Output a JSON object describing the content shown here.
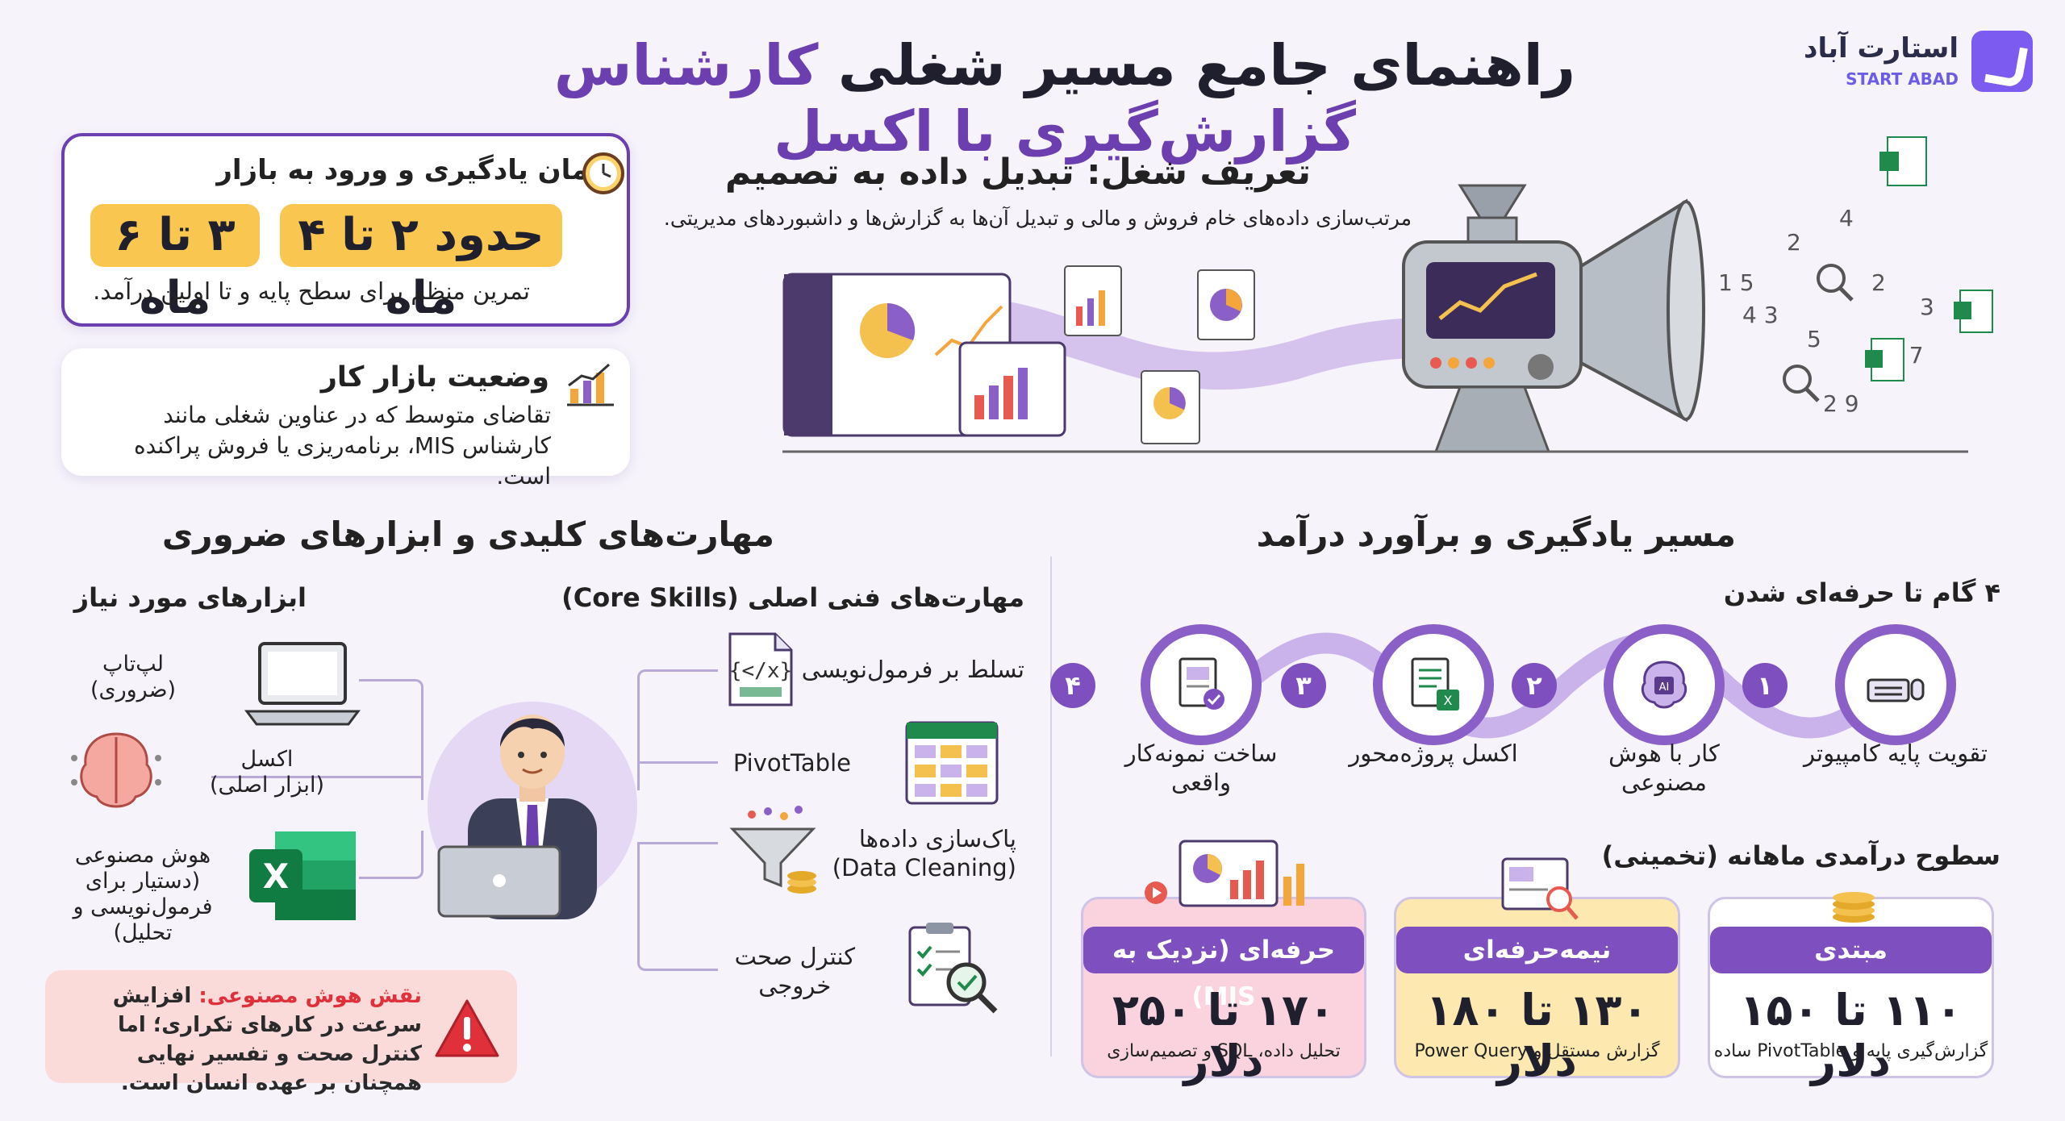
{
  "header": {
    "title_dark": "راهنمای جامع مسیر شغلی",
    "title_purple": "کارشناس گزارش‌گیری با اکسل",
    "logo_fa": "استارت آباد",
    "logo_en": "START ABAD",
    "accent": "#6c3fb0"
  },
  "time_card": {
    "title": "زمان یادگیری و ورود به بازار",
    "range_a": "حدود ۲ تا ۴ ماه",
    "range_b": "۳ تا ۶ ماه",
    "note": "تمرین منظم برای سطح پایه و تا اولین درآمد."
  },
  "market_card": {
    "title": "وضعیت بازار کار",
    "body": "تقاضای متوسط که در عناوین شغلی مانند کارشناس MIS، برنامه‌ریزی یا فروش پراکنده است."
  },
  "definition": {
    "title": "تعریف شغل: تبدیل داده به تصمیم",
    "body": "مرتب‌سازی داده‌های خام فروش و مالی و تبدیل آن‌ها به گزارش‌ها و داشبوردهای مدیریتی."
  },
  "learning": {
    "heading": "مسیر یادگیری و برآورد درآمد",
    "steps_heading": "۴ گام تا حرفه‌ای شدن",
    "steps": [
      {
        "num": "۱",
        "label": "تقویت پایه کامپیوتر",
        "icon": "keyboard-mouse-icon"
      },
      {
        "num": "۲",
        "label": "کار با هوش مصنوعی",
        "icon": "ai-brain-icon"
      },
      {
        "num": "۳",
        "label": "اکسل پروژه‌محور",
        "icon": "excel-checklist-icon"
      },
      {
        "num": "۴",
        "label": "ساخت نمونه‌کار واقعی",
        "icon": "portfolio-document-icon"
      }
    ],
    "income_heading": "سطوح درآمدی ماهانه (تخمینی)",
    "income": [
      {
        "level": "مبتدی",
        "value": "۱۱۰ تا ۱۵۰ دلار",
        "note": "گزارش‌گیری پایه و PivotTable ساده",
        "color": "#7d4fbf"
      },
      {
        "level": "نیمه‌حرفه‌ای",
        "value": "۱۳۰ تا ۱۸۰ دلار",
        "note": "گزارش مستقل و Power Query",
        "color": "#7d4fbf"
      },
      {
        "level": "حرفه‌ای (نزدیک به MIS)",
        "value": "۱۷۰ تا ۲۵۰ دلار",
        "note": "تحلیل داده، SQL و تصمیم‌سازی",
        "color": "#7d4fbf"
      }
    ]
  },
  "skills": {
    "heading": "مهارت‌های کلیدی و ابزارهای ضروری",
    "core_heading": "مهارت‌های فنی اصلی (Core Skills)",
    "core": [
      {
        "label": "تسلط بر فرمول‌نویسی",
        "icon": "formula-file-icon"
      },
      {
        "label": "PivotTable",
        "icon": "pivot-table-icon"
      },
      {
        "label": "پاک‌سازی داده‌ها (Data Cleaning)",
        "line1": "پاک‌سازی داده‌ها",
        "line2": "(Data Cleaning)",
        "icon": "data-funnel-icon"
      },
      {
        "label": "کنترل صحت خروجی",
        "line1": "کنترل صحت",
        "line2": "خروجی",
        "icon": "checklist-magnifier-icon"
      }
    ],
    "tools_heading": "ابزارهای مورد نیاز",
    "tools": [
      {
        "line1": "لپ‌تاپ",
        "line2": "(ضروری)",
        "icon": "laptop-icon"
      },
      {
        "line1": "اکسل",
        "line2": "(ابزار اصلی)",
        "icon": "brain-circuit-icon"
      },
      {
        "line1": "هوش مصنوعی",
        "line2": "(دستیار برای",
        "line3": "فرمول‌نویسی و تحلیل)",
        "icon": "excel-logo-icon"
      }
    ],
    "ai_note_title": "نقش هوش مصنوعی:",
    "ai_note_body": "افزایش سرعت در کارهای تکراری؛ اما کنترل صحت و تفسیر نهایی همچنان بر عهده انسان است."
  }
}
